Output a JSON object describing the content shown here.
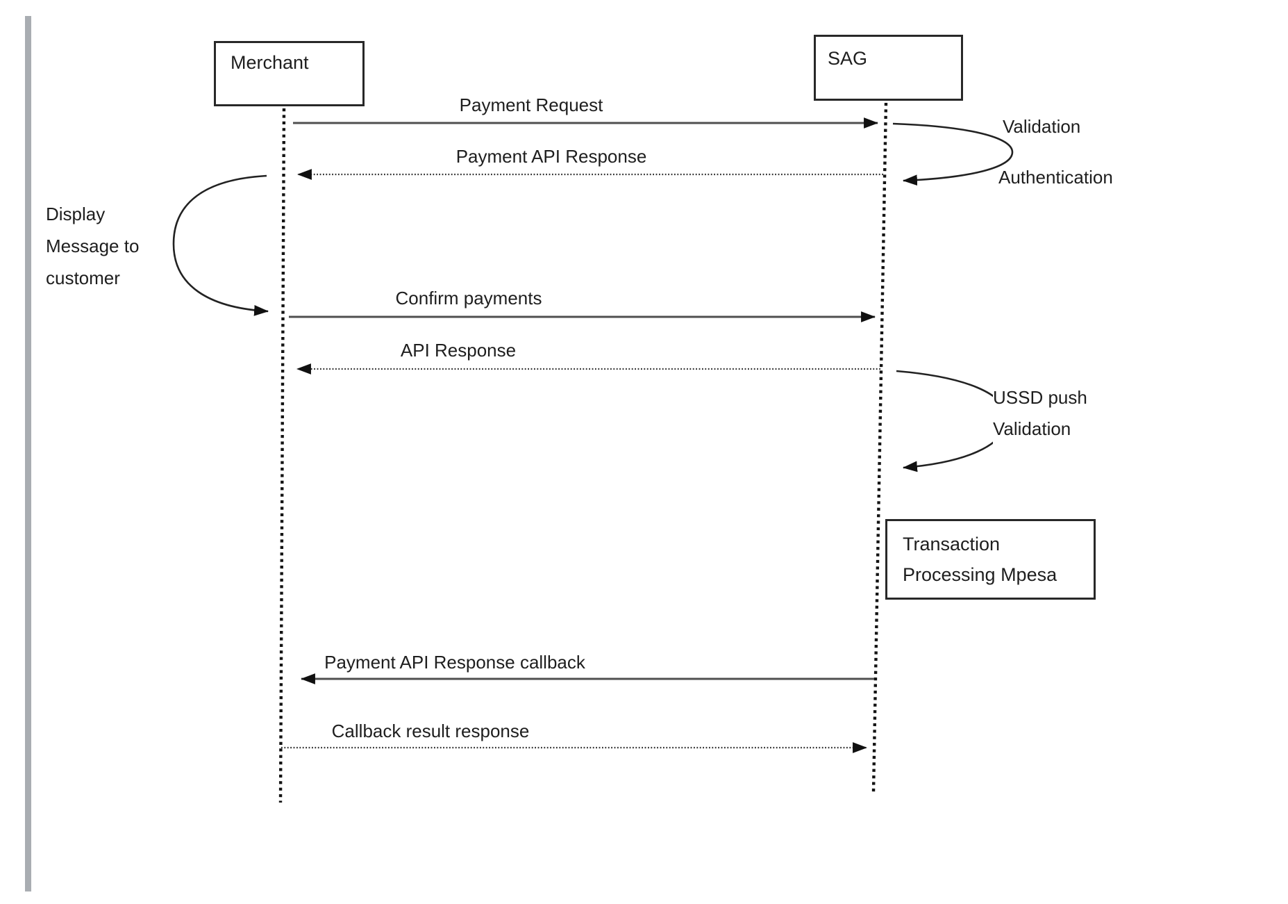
{
  "diagram": {
    "actors": [
      {
        "name": "Merchant"
      },
      {
        "name": "SAG"
      }
    ],
    "messages": [
      {
        "label": "Payment Request",
        "from": "Merchant",
        "to": "SAG",
        "line": "solid"
      },
      {
        "label": "Payment API Response",
        "from": "SAG",
        "to": "Merchant",
        "line": "dotted"
      },
      {
        "label": "Confirm payments",
        "from": "Merchant",
        "to": "SAG",
        "line": "solid"
      },
      {
        "label": "API Response",
        "from": "SAG",
        "to": "Merchant",
        "line": "dotted"
      },
      {
        "label": "Payment API Response callback",
        "from": "SAG",
        "to": "Merchant",
        "line": "solid"
      },
      {
        "label": "Callback result response",
        "from": "Merchant",
        "to": "SAG",
        "line": "dotted"
      }
    ],
    "side_notes": {
      "sag_top_loop": {
        "line1": "Validation",
        "line2": "Authentication"
      },
      "merchant_loop": {
        "line1": "Display",
        "line2": "Message to",
        "line3": "customer"
      },
      "sag_mid_loop": {
        "line1": "USSD push",
        "line2": "Validation"
      }
    },
    "note_box": {
      "line1": "Transaction",
      "line2": "Processing Mpesa"
    },
    "colors": {
      "background": "#ffffff",
      "ink": "#1e1e1e",
      "line_solid": "#4f4f4f",
      "line_dotted": "#2e2e2e",
      "arrowhead": "#111111",
      "box_border": "#282828",
      "margin_rule": "#a9adb2"
    }
  }
}
